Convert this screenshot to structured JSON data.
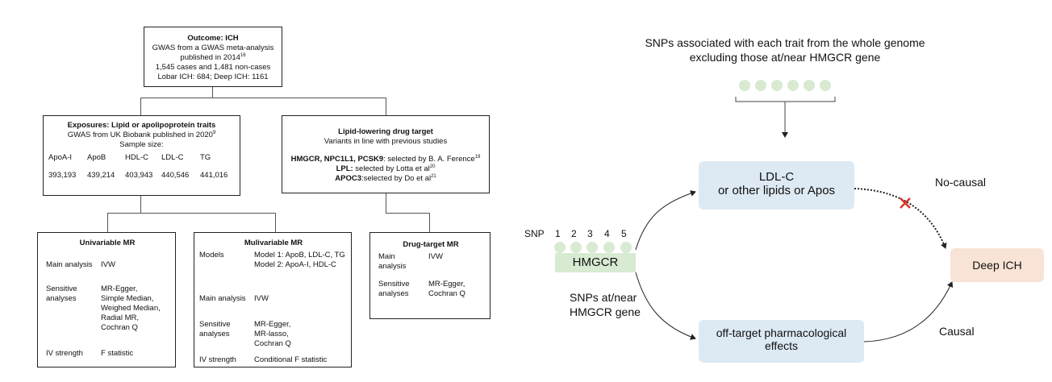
{
  "flowchart": {
    "outcome": {
      "title": "Outcome: ICH",
      "line1": "GWAS from a GWAS meta-analysis published in 2014",
      "line1_sup": "16",
      "line2": "1,545 cases and 1,481 non-cases",
      "line3": "Lobar ICH: 684; Deep ICH: 1161"
    },
    "exposures": {
      "title": "Exposures: Lipid or apolipoprotein traits",
      "line1": "GWAS from UK Biobank published in 2020",
      "line1_sup": "9",
      "line2": "Sample size:",
      "traits": [
        "ApoA-I",
        "ApoB",
        "HDL-C",
        "LDL-C",
        "TG"
      ],
      "sizes": [
        "393,193",
        "439,214",
        "403,943",
        "440,546",
        "441,016"
      ]
    },
    "drug_target": {
      "title": "Lipid-lowering  drug target",
      "subtitle": "Variants in line with previous studies",
      "row1_bold": "HMGCR, NPC1L1, PCSK9",
      "row1_text": ": selected by B. A. Ference",
      "row1_sup": "19",
      "row2_bold": "LPL:",
      "row2_text": " selected by Lotta et al",
      "row2_sup": "20",
      "row3_bold": "APOC3",
      "row3_text": ":selected by Do et al",
      "row3_sup": "21"
    },
    "univariable": {
      "title": "Univariable MR",
      "main_label": "Main analysis",
      "main_value": "IVW",
      "sens_label1": "Sensitive",
      "sens_label2": "analyses",
      "sens_values": [
        "MR-Egger,",
        "Simple Median,",
        "Weighed Median,",
        "Radial MR,",
        "Cochran Q"
      ],
      "iv_label": "IV strength",
      "iv_value": "F statistic"
    },
    "multivariable": {
      "title": "Mulivariable MR",
      "models_label": "Models",
      "model1": "Model 1: ApoB, LDL-C, TG",
      "model2": "Model 2: ApoA-I, HDL-C",
      "main_label": "Main analysis",
      "main_value": "IVW",
      "sens_label1": "Sensitive",
      "sens_label2": "analyses",
      "sens_values": [
        "MR-Egger,",
        "MR-lasso,",
        "Cochran Q"
      ],
      "iv_label": "IV strength",
      "iv_value": "Conditional F statistic"
    },
    "drug_mr": {
      "title": "Drug-target MR",
      "main_label1": "Main",
      "main_label2": "analysis",
      "main_value": "IVW",
      "sens_label1": "Sensitive",
      "sens_label2": "analyses",
      "sens_values": [
        "MR-Egger,",
        "Cochran Q"
      ]
    }
  },
  "causal_diagram": {
    "top_text_line1": "SNPs associated with each trait from the whole genome",
    "top_text_line2": "excluding those at/near HMGCR gene",
    "ldl_line1": "LDL-C",
    "ldl_line2": "or other lipids or Apos",
    "no_causal": "No-causal",
    "snp_label": "SNP",
    "snp_numbers": [
      "1",
      "2",
      "3",
      "4",
      "5"
    ],
    "hmgcr": "HMGCR",
    "snps_near_line1": "SNPs at/near",
    "snps_near_line2": "HMGCR gene",
    "offtarget_line1": "off-target pharmacological",
    "offtarget_line2": "effects",
    "causal": "Causal",
    "deep_ich": "Deep ICH",
    "colors": {
      "lipid_box": "#dde9f3",
      "outcome_box": "#f8e3d6",
      "gene_bar": "#d8ead2",
      "cross": "#d9362b"
    }
  }
}
